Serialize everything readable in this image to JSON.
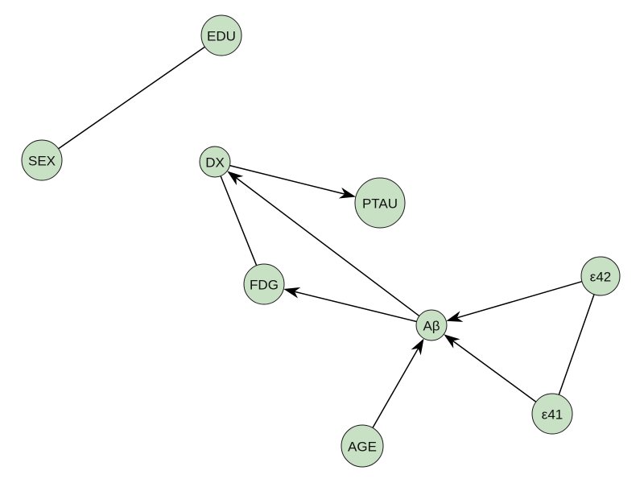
{
  "graph": {
    "node_fill": "#c8e0c4",
    "node_stroke": "#1a1a1a",
    "edge_color": "#000000",
    "nodes": [
      {
        "id": "EDU",
        "label": "EDU"
      },
      {
        "id": "SEX",
        "label": "SEX"
      },
      {
        "id": "DX",
        "label": "DX"
      },
      {
        "id": "PTAU",
        "label": "PTAU"
      },
      {
        "id": "FDG",
        "label": "FDG"
      },
      {
        "id": "AB",
        "label": "Aβ"
      },
      {
        "id": "E42",
        "label": "ε42"
      },
      {
        "id": "E41",
        "label": "ε41"
      },
      {
        "id": "AGE",
        "label": "AGE"
      }
    ],
    "edges": [
      {
        "source": "EDU",
        "target": "SEX",
        "directed": false
      },
      {
        "source": "DX",
        "target": "PTAU",
        "directed": true
      },
      {
        "source": "DX",
        "target": "FDG",
        "directed": false
      },
      {
        "source": "AB",
        "target": "DX",
        "directed": true
      },
      {
        "source": "AB",
        "target": "FDG",
        "directed": true
      },
      {
        "source": "E42",
        "target": "AB",
        "directed": true
      },
      {
        "source": "E41",
        "target": "AB",
        "directed": true
      },
      {
        "source": "AGE",
        "target": "AB",
        "directed": true
      },
      {
        "source": "E42",
        "target": "E41",
        "directed": false
      }
    ]
  }
}
